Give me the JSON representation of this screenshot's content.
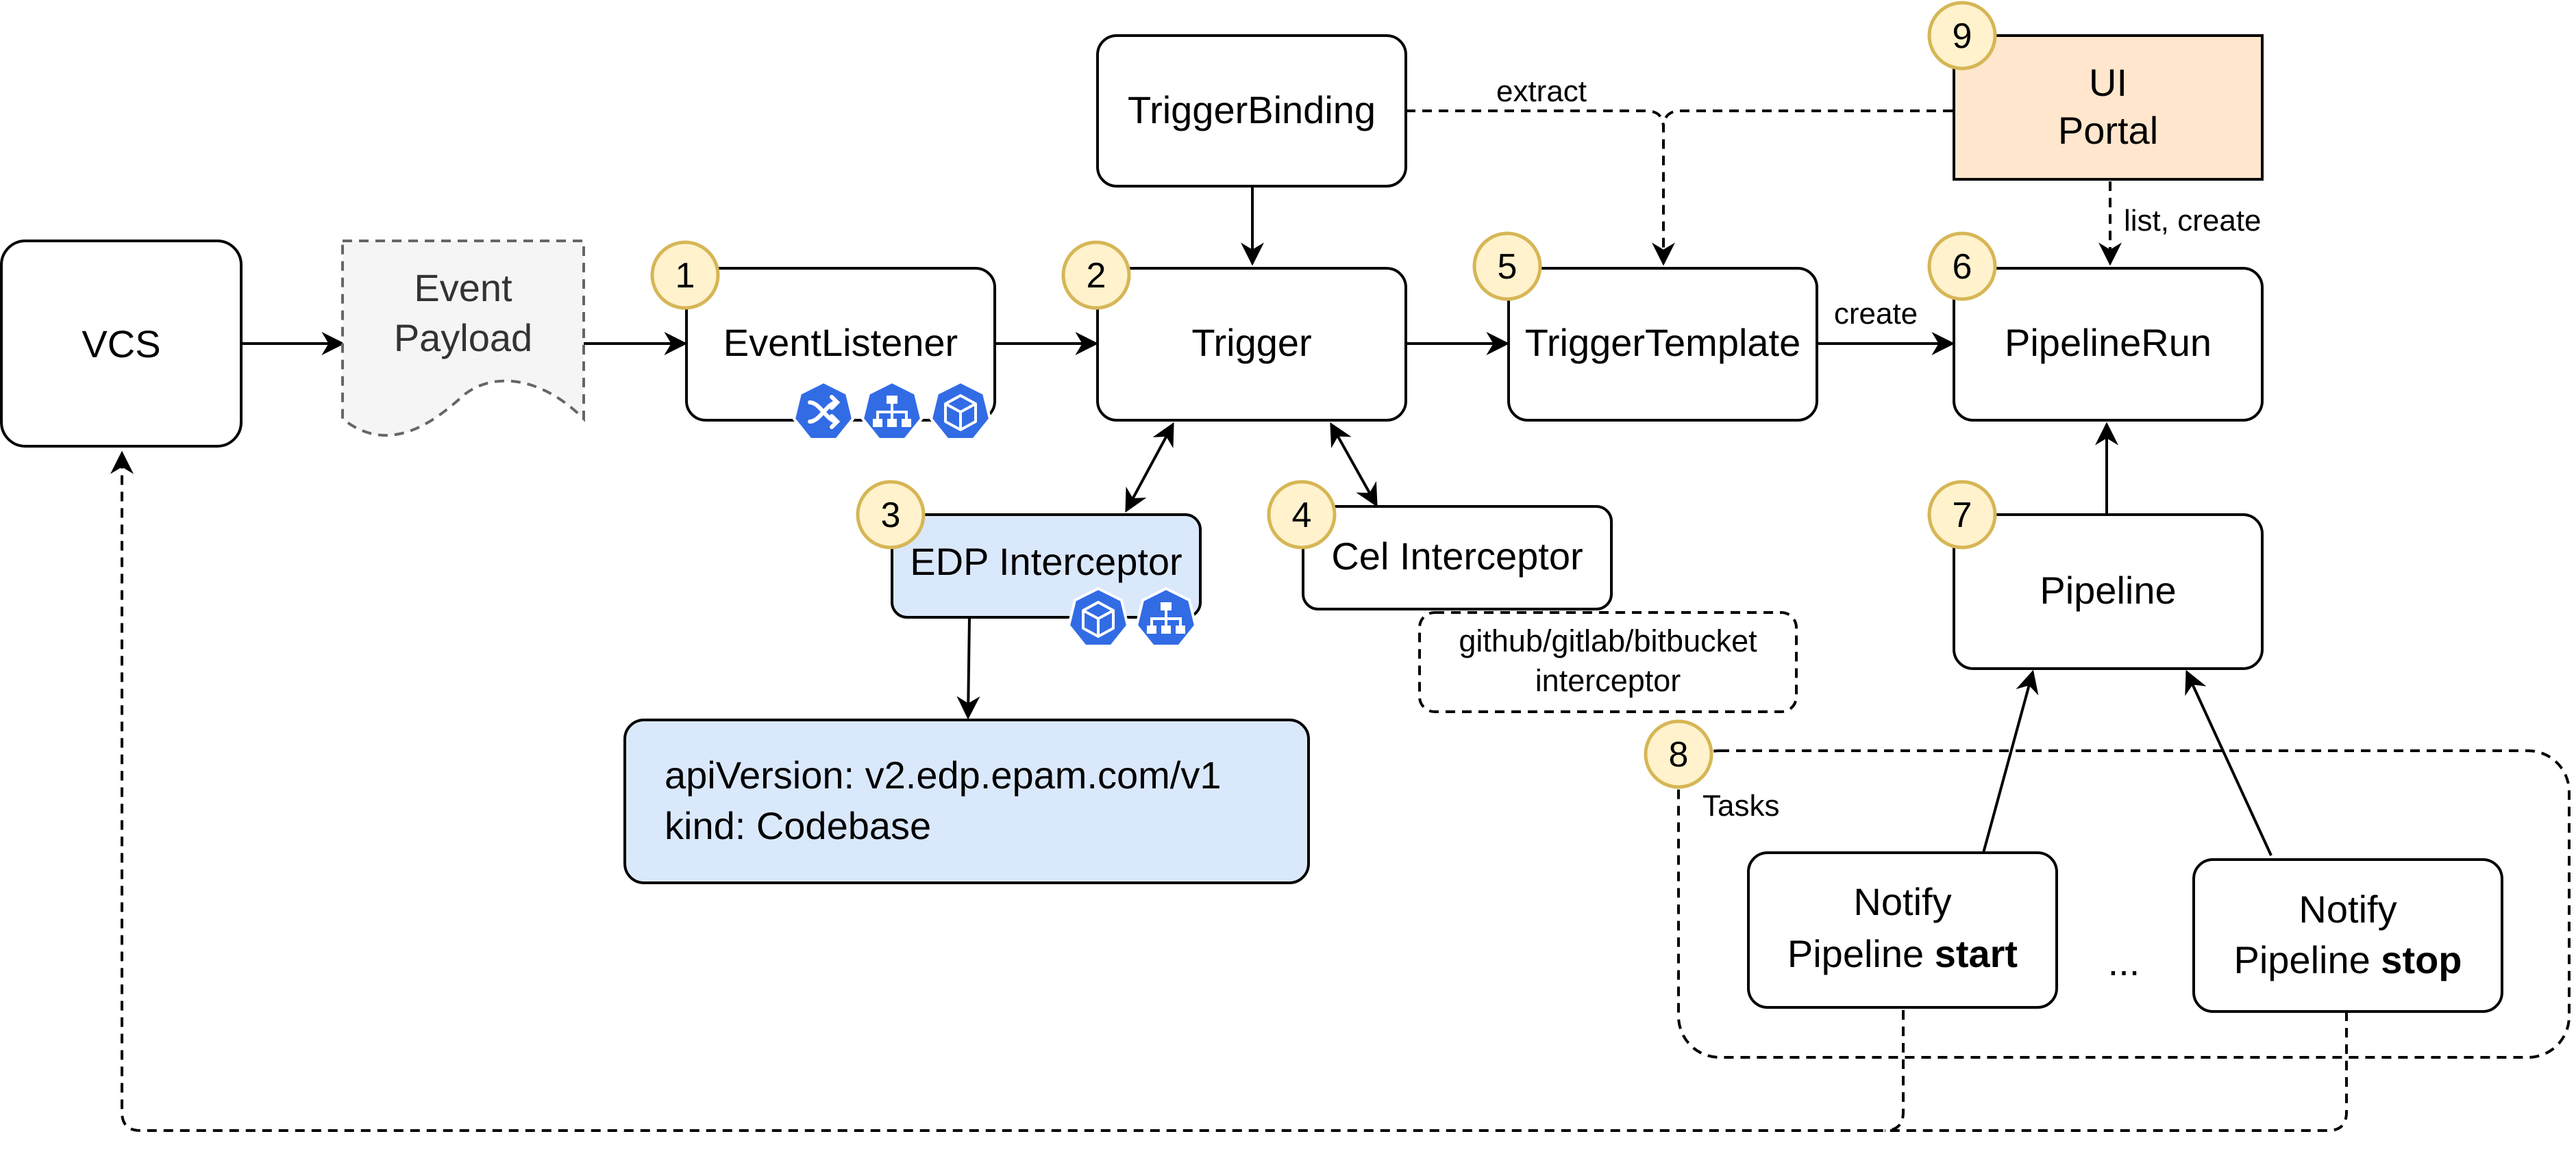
{
  "nodes": {
    "vcs": "VCS",
    "event_payload": [
      "Event",
      "Payload"
    ],
    "event_listener": "EventListener",
    "trigger": "Trigger",
    "trigger_binding": "TriggerBinding",
    "trigger_template": "TriggerTemplate",
    "ui_portal": [
      "UI",
      "Portal"
    ],
    "pipeline_run": "PipelineRun",
    "pipeline": "Pipeline",
    "edp_interceptor": "EDP Interceptor",
    "cel_interceptor": "Cel Interceptor",
    "git_interceptor": [
      "github/gitlab/bitbucket",
      "interceptor"
    ],
    "codebase": [
      "apiVersion: v2.edp.epam.com/v1",
      "kind: Codebase"
    ],
    "notify_start": {
      "line1": "Notify",
      "line2_prefix": "Pipeline ",
      "line2_bold": "start"
    },
    "notify_stop": {
      "line1": "Notify",
      "line2_prefix": "Pipeline ",
      "line2_bold": "stop"
    },
    "ellipsis": "...",
    "tasks_group": "Tasks"
  },
  "edge_labels": {
    "extract": "extract",
    "create": "create",
    "list_create": "list, create"
  },
  "badges": [
    "1",
    "2",
    "3",
    "4",
    "5",
    "6",
    "7",
    "8",
    "9"
  ],
  "icons": [
    "shuffle-icon",
    "network-hierarchy-icon",
    "cube-icon"
  ],
  "colors": {
    "stroke": "#000000",
    "badge_fill": "#fff2cc",
    "badge_stroke": "#d6b656",
    "portal_fill": "#ffe6cc",
    "portal_stroke": "#000000",
    "edp_fill": "#dae8fc",
    "payload_fill": "#f5f5f5",
    "payload_stroke": "#666666",
    "icon_blue": "#326ce5"
  }
}
